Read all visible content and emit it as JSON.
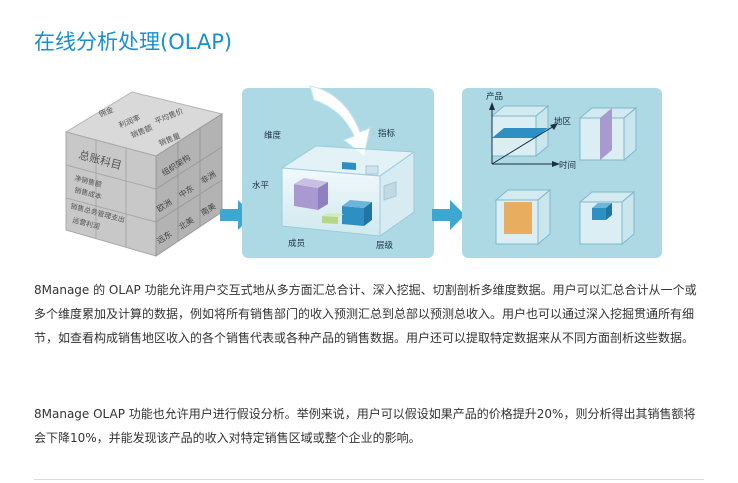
{
  "page_title": "在线分析处理(OLAP)",
  "illustration": {
    "left_cube": {
      "top_labels": [
        "佣金",
        "利润率",
        "销售额",
        "平均售价",
        "销售量"
      ],
      "front_labels": [
        "总账科目",
        "净销售额",
        "销售成本",
        "销售总务管理支出",
        "运营利润"
      ],
      "side_labels": [
        "组织架构",
        "欧洲",
        "中东",
        "非洲",
        "远东",
        "北美",
        "南美"
      ]
    },
    "middle_panel": {
      "dim_label": "维度",
      "measure_label": "指标",
      "level_label": "水平",
      "member_label": "成员",
      "hierarchy_label": "层级"
    },
    "right_panel": {
      "product_label": "产品",
      "region_label": "地区",
      "time_label": "时间"
    },
    "colors": {
      "panel_bg": "#add9e4",
      "arrow": "#3ea7d0",
      "blue": "#2e8fc2",
      "purple": "#a89ad0",
      "orange": "#e9ad5f",
      "green": "#b4d888"
    }
  },
  "paragraphs": [
    "8Manage 的 OLAP 功能允许用户交互式地从多方面汇总合计、深入挖掘、切割剖析多维度数据。用户可以汇总合计从一个或多个维度累加及计算的数据，例如将所有销售部门的收入预测汇总到总部以预测总收入。用户也可以通过深入挖掘贯通所有细节，如查看构成销售地区收入的各个销售代表或各种产品的销售数据。用户还可以提取特定数据来从不同方面剖析这些数据。",
    "8Manage OLAP 功能也允许用户进行假设分析。举例来说，用户可以假设如果产品的价格提升20%，则分析得出其销售额将会下降10%，并能发现该产品的收入对特定销售区域或整个企业的影响。"
  ]
}
